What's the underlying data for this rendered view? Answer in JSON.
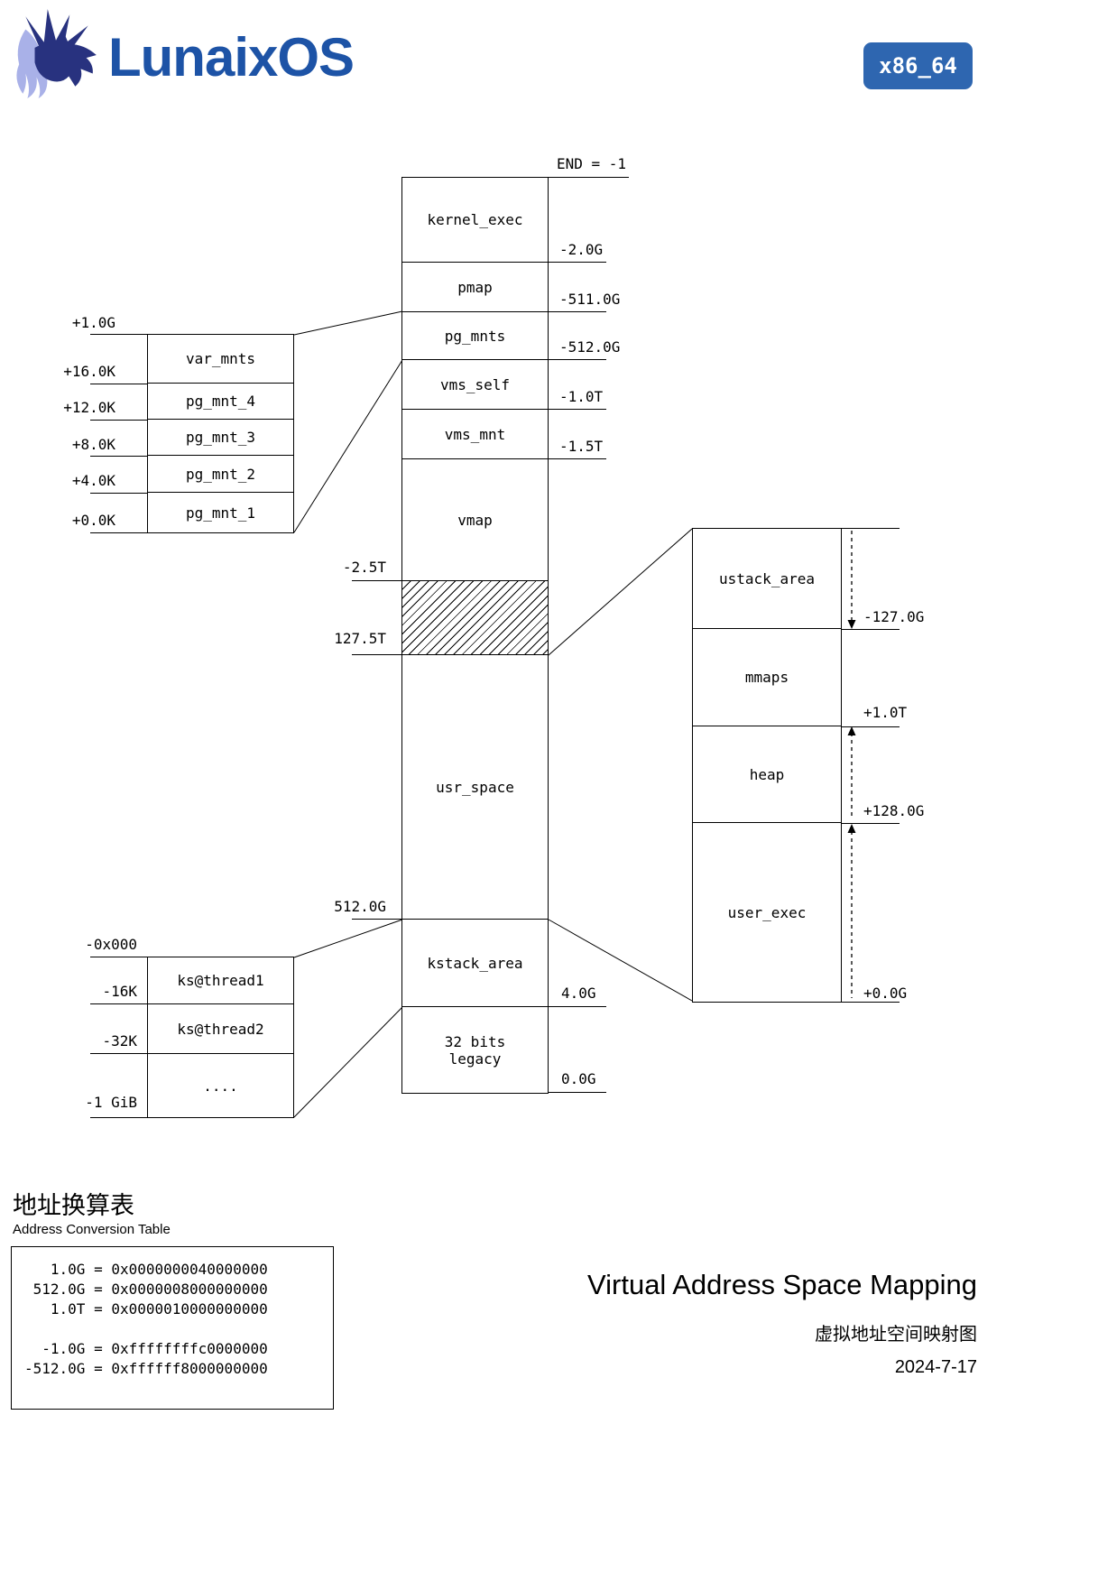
{
  "header": {
    "logo_text": "LunaixOS",
    "arch_badge": "x86_64"
  },
  "colors": {
    "brand_blue": "#1d53a6",
    "badge_blue": "#2e66b0",
    "mascot_navy": "#28327f",
    "mascot_mane": "#a9b1e8",
    "ink": "#000000"
  },
  "memory_map": {
    "end_label": "END = -1",
    "segments": [
      "kernel_exec",
      "pmap",
      "pg_mnts",
      "vms_self",
      "vms_mnt",
      "vmap",
      "usr_space",
      "kstack_area"
    ],
    "legacy_line1": "32 bits",
    "legacy_line2": "legacy",
    "right_ticks": [
      "-2.0G",
      "-511.0G",
      "-512.0G",
      "-1.0T",
      "-1.5T",
      "4.0G",
      "0.0G"
    ],
    "left_ticks": [
      "-2.5T",
      "127.5T",
      "512.0G"
    ]
  },
  "pg_mnt_detail": {
    "rows": [
      "var_mnts",
      "pg_mnt_4",
      "pg_mnt_3",
      "pg_mnt_2",
      "pg_mnt_1"
    ],
    "ticks": [
      "+1.0G",
      "+16.0K",
      "+12.0K",
      "+8.0K",
      "+4.0K",
      "+0.0K"
    ]
  },
  "kstack_detail": {
    "rows": [
      "ks@thread1",
      "ks@thread2",
      "...."
    ],
    "ticks": [
      "-0x000",
      "-16K",
      "-32K",
      "-1 GiB"
    ]
  },
  "user_detail": {
    "rows": [
      "ustack_area",
      "mmaps",
      "heap",
      "user_exec"
    ],
    "ticks": [
      "-127.0G",
      "+1.0T",
      "+128.0G",
      "+0.0G"
    ]
  },
  "conversion_table": {
    "heading_cn": "地址换算表",
    "heading_en": "Address Conversion Table",
    "lines": [
      "   1.0G = 0x0000000040000000",
      " 512.0G = 0x0000008000000000",
      "   1.0T = 0x0000010000000000",
      "",
      "  -1.0G = 0xffffffffc0000000",
      "-512.0G = 0xffffff8000000000"
    ]
  },
  "footer": {
    "title": "Virtual Address Space Mapping",
    "subtitle_cn": "虚拟地址空间映射图",
    "date": "2024-7-17"
  }
}
